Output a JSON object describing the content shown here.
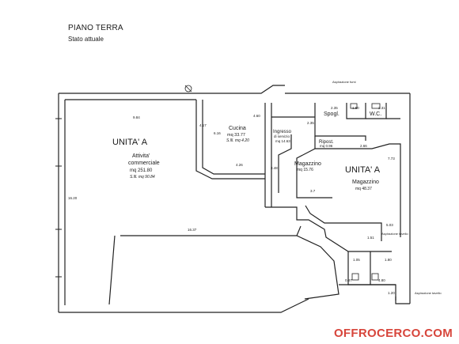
{
  "header": {
    "title": "PIANO TERRA",
    "subtitle": "Stato attuale"
  },
  "rooms": {
    "unita_a_left": {
      "name": "UNITA' A",
      "use": "Attivita'",
      "use2": "commerciale",
      "area": "mq 251.80",
      "sub": "S.lll. mq 90.84"
    },
    "cucina": {
      "name": "Cucina",
      "area": "mq 33.77",
      "sub": "S.lll. mq 4.20"
    },
    "ingresso": {
      "name": "Ingresso",
      "sub": "di servizio",
      "area": "mq 14.63"
    },
    "spogl": {
      "name": "Spogl."
    },
    "wc": {
      "name": "W.C."
    },
    "ripost": {
      "name": "Ripost.",
      "area": "mq 0.96"
    },
    "magazzino_small": {
      "name": "Magazzino",
      "area": "mq 15.76"
    },
    "unita_a_right": {
      "name": "UNITA' A",
      "use": "Magazzino",
      "area": "mq 48.37"
    }
  },
  "notes": {
    "aspirazione_top": "Aspirazione fumi",
    "aspirazione_mid": "Aspirazione tavello",
    "aspirazione_bottom": "Aspirazione tavello"
  },
  "dims": [
    "9.84",
    "4.17",
    "6.16",
    "4.26",
    "4.60",
    "2.35",
    "2.35",
    "1.50",
    "2.31",
    "2.66",
    "3.48",
    "7.73",
    "3.7",
    "16.37",
    "16.20",
    "5.03",
    "1.51",
    "1.05",
    "1.80",
    "4.80",
    "0.87",
    "1.20"
  ],
  "watermark": "OFFROCERCO.COM"
}
